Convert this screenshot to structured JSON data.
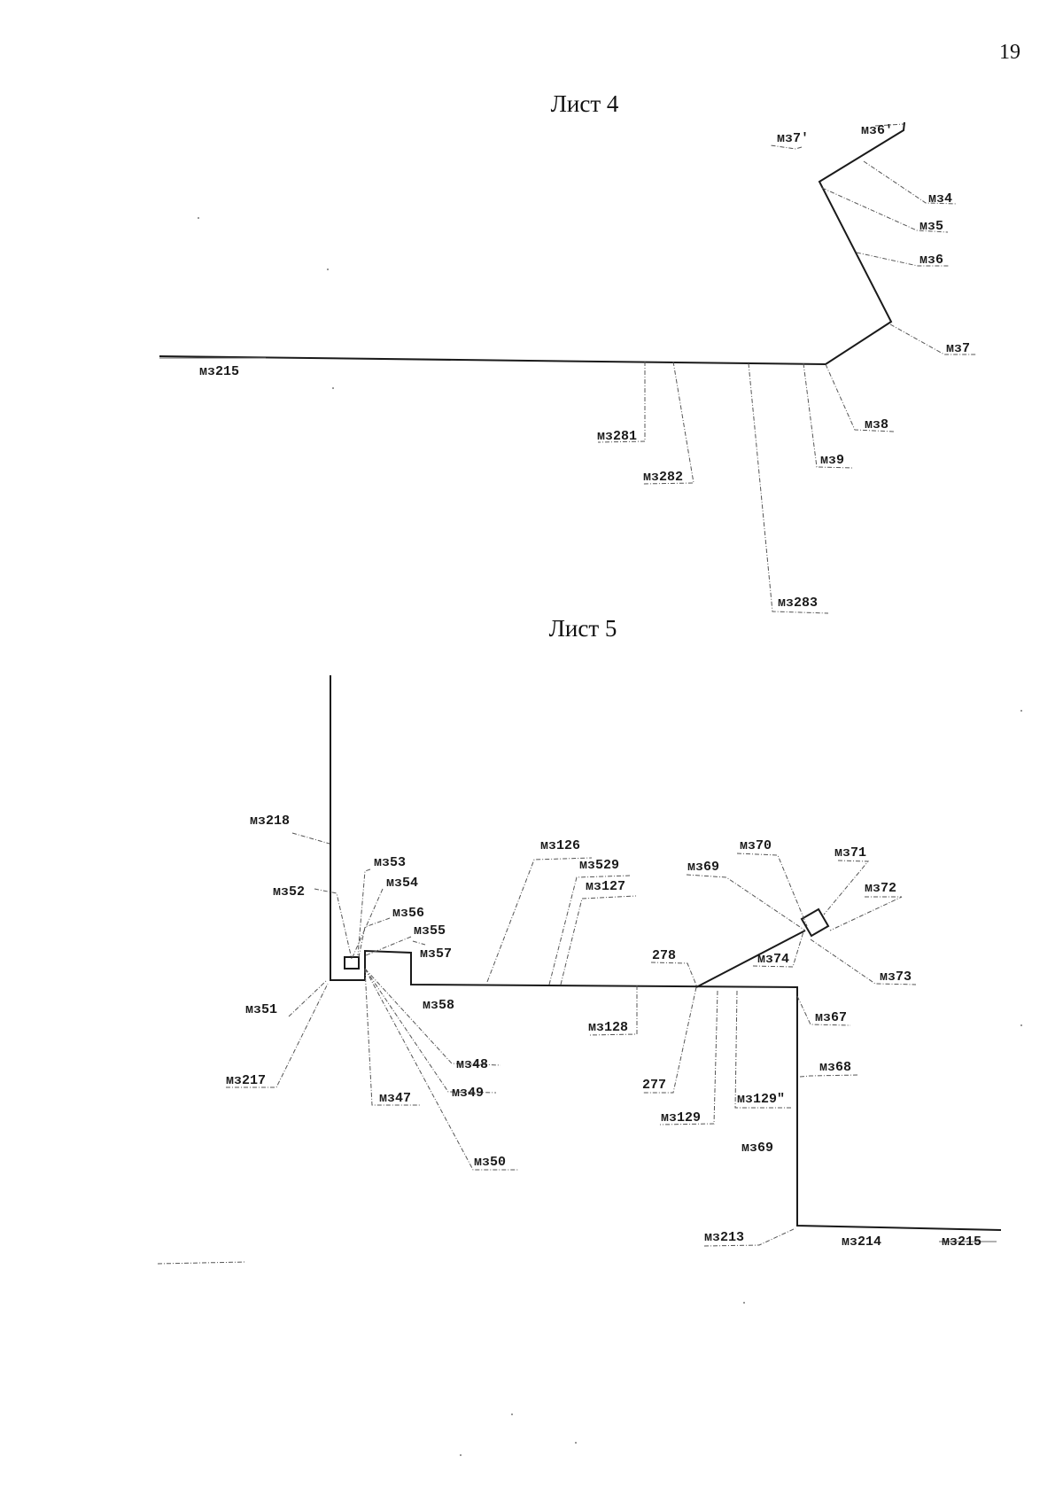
{
  "page_number": "19",
  "sheet4": {
    "title": "Лист 4",
    "labels": {
      "mz7p": "мз7'",
      "mz6p": "мз6'",
      "mz4": "мз4",
      "mz5": "мз5",
      "mz6": "мз6",
      "mz7": "мз7",
      "mz215": "мз215",
      "mz8": "мз8",
      "mz9": "мз9",
      "mz281": "мз281",
      "mz282": "мз282",
      "mz283": "мз283"
    }
  },
  "sheet5": {
    "title": "Лист 5",
    "labels": {
      "mz218": "мз218",
      "mz53": "мз53",
      "mz54": "мз54",
      "mz52": "мз52",
      "mz56": "мз56",
      "mz55": "мз55",
      "mz57": "мз57",
      "mz58": "мз58",
      "mz51": "мз51",
      "mz217": "мз217",
      "mz48": "мз48",
      "mz47": "мз47",
      "mz49": "мз49",
      "mz50": "мз50",
      "mz126": "мз126",
      "mz529": "мз529",
      "mz127": "мз127",
      "mz128": "мз128",
      "n278": "278",
      "n277": "277",
      "mz69a": "мз69",
      "mz70": "мз70",
      "mz71": "мз71",
      "mz72": "мз72",
      "mz74": "мз74",
      "mz73": "мз73",
      "mz67": "мз67",
      "mz68": "мз68",
      "mz129pp": "мз129\"",
      "mz129": "мз129",
      "mz69b": "мз69",
      "mz213": "мз213",
      "mz214": "мз214",
      "mz215": "мз215"
    }
  }
}
